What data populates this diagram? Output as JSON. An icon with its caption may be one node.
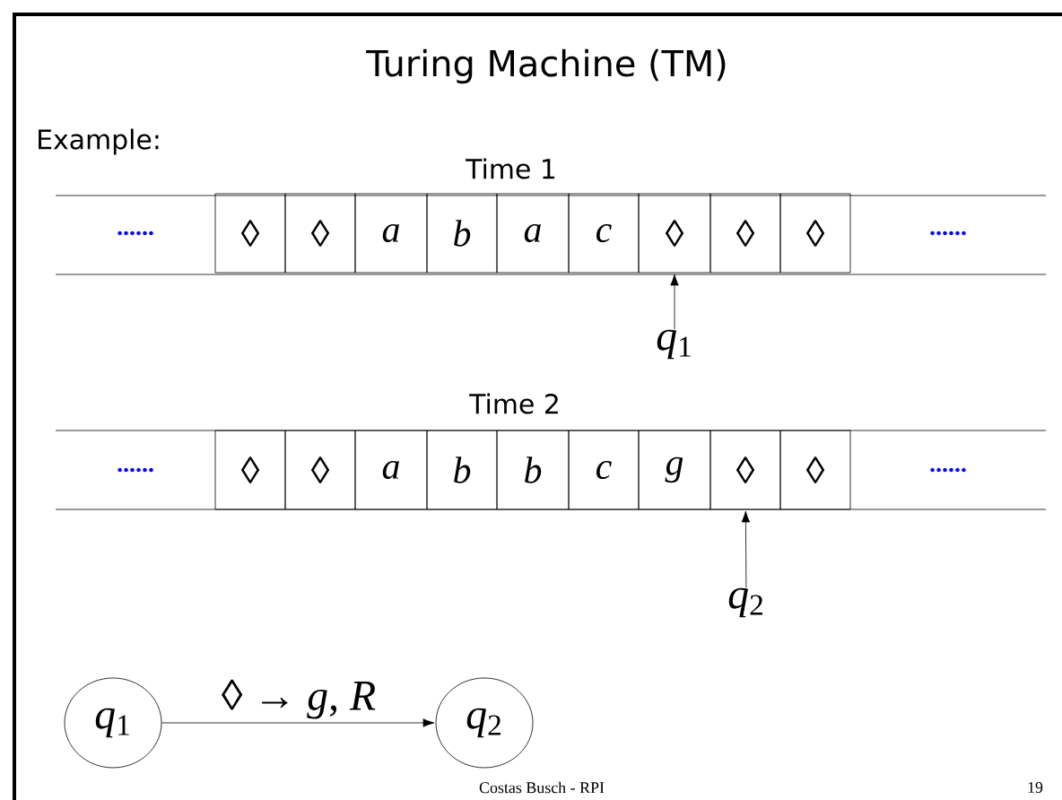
{
  "diagram": {
    "title": "Turing Machine (TM)",
    "nodes": [
      {
        "text": [
          "......"
        ]
      },
      {
        "text": [
          "◊"
        ]
      },
      {
        "text": [
          "◊"
        ]
      },
      {
        "text": [
          "a"
        ]
      },
      {
        "text": [
          "b"
        ]
      },
      {
        "text": [
          "a"
        ]
      },
      {
        "text": [
          "c"
        ]
      },
      {
        "text": [
          "◊"
        ]
      },
      {
        "text": [
          "◊"
        ]
      },
      {
        "text": [
          "◊"
        ]
      },
      {
        "text": [
          "......"
        ]
      },
      {
        "text": [
          "*q*$_{1}$"
        ]
      },
      {
        "text": [
          "......"
        ]
      },
      {
        "text": [
          "◊"
        ]
      },
      {
        "text": [
          "◊"
        ]
      },
      {
        "text": [
          "a"
        ]
      },
      {
        "text": [
          "b"
        ]
      },
      {
        "text": [
          "b"
        ]
      },
      {
        "text": [
          "c"
        ]
      },
      {
        "text": [
          "g"
        ]
      },
      {
        "text": [
          "◊"
        ]
      },
      {
        "text": [
          "◊"
        ]
      },
      {
        "text": [
          "......"
        ]
      },
      {
        "text": [
          "*q*$_{2}$"
        ]
      },
      {
        "text": [
          "*q*$_{1}$"
        ]
      },
      {
        "text": [
          "*q*$_{2}$"
        ]
      }
    ],
    "edges": [
      {
        "from": 11,
        "to": 7,
        "arrow": "to"
      },
      {
        "from": 23,
        "to": 20,
        "arrow": "to"
      },
      {
        "from": 24,
        "to": 25,
        "arrow": "to",
        "label": "◊ → *g*, *R*"
      }
    ],
    "labels": [
      "Example:",
      "Time 1",
      "Time 2",
      "Costas Busch - RPI",
      "19"
    ]
  }
}
